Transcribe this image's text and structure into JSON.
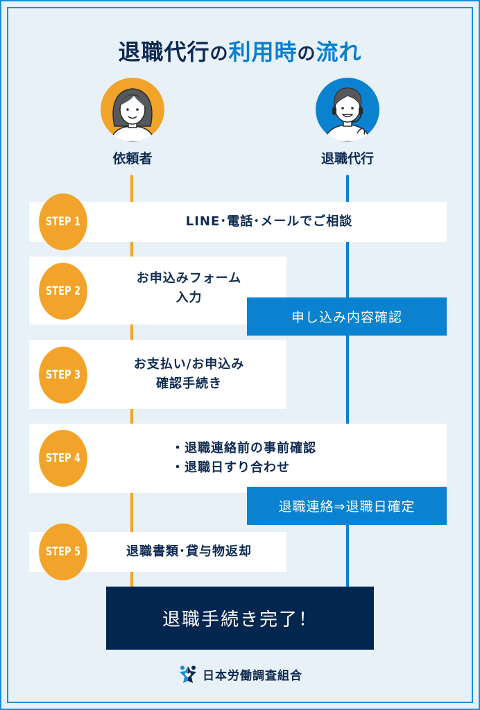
{
  "title": {
    "part1": "退職代行",
    "connector1": "の",
    "part2": "利用時",
    "connector2": "の",
    "part3": "流れ"
  },
  "roles": {
    "client": {
      "label": "依頼者",
      "icon": "woman-avatar-icon",
      "color": "#f2a32a"
    },
    "agent": {
      "label": "退職代行",
      "icon": "operator-headset-avatar-icon",
      "color": "#0a82d0"
    }
  },
  "steps": [
    {
      "badge": "STEP 1",
      "lines": [
        "LINE･電話･メールでご相談"
      ]
    },
    {
      "badge": "STEP 2",
      "lines": [
        "お申込みフォーム",
        "入力"
      ]
    },
    {
      "badge": "STEP 3",
      "lines": [
        "お支払い/お申込み",
        "確認手続き"
      ]
    },
    {
      "badge": "STEP 4",
      "lines": [
        "・退職連絡前の事前確認",
        "・退職日すり合わせ"
      ]
    },
    {
      "badge": "STEP 5",
      "lines": [
        "退職書類･貸与物返却"
      ]
    }
  ],
  "agent_actions": [
    "申し込み内容確認",
    "退職連絡⇒退職日確定"
  ],
  "completion": "退職手続き完了！",
  "footer": {
    "organization": "日本労働調査組合",
    "logo_icon": "star-people-logo-icon"
  },
  "colors": {
    "background": "#e8f0f8",
    "navy": "#0e2a52",
    "blue": "#0a82d0",
    "orange": "#f2a32a",
    "dark_box": "#03264f"
  }
}
